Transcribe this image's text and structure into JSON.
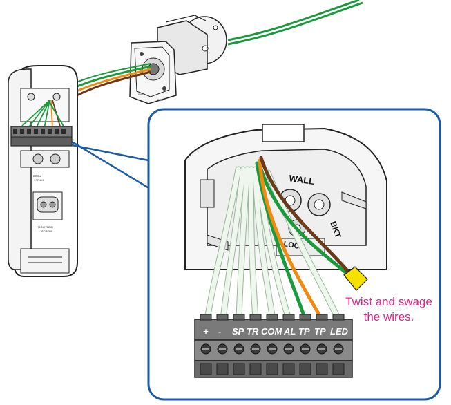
{
  "callout": {
    "line1": "Twist and swage",
    "line2": "the wires."
  },
  "terminals": [
    "+",
    "-",
    "SP",
    "TR",
    "COM",
    "AL",
    "TP",
    "TP",
    "LED"
  ],
  "panel_labels": {
    "wall": "WALL",
    "bkt": "BKT",
    "lock": "LOCK"
  },
  "colors": {
    "frame": "#1a5aa8",
    "callout_text": "#e0208a",
    "wire_green": "#1a9a3a",
    "wire_orange": "#f08a10",
    "wire_brown": "#6b3a1a",
    "wire_faded": "#e6f2e6",
    "connector_nut": "#f5e000"
  },
  "icons": [
    "twist-connector-icon",
    "terminal-screw-icon"
  ]
}
